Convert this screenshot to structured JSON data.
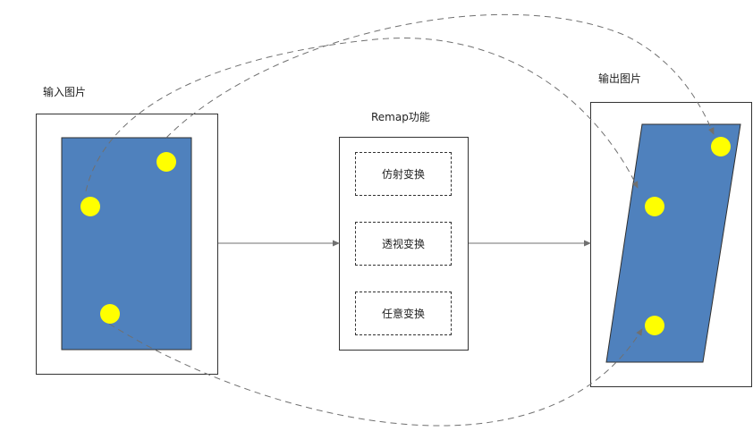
{
  "input": {
    "title": "输入图片"
  },
  "remap": {
    "title": "Remap功能",
    "items": [
      {
        "label": "仿射变换"
      },
      {
        "label": "透视变换"
      },
      {
        "label": "任意变换"
      }
    ]
  },
  "output": {
    "title": "输出图片"
  },
  "colors": {
    "image_fill": "#4f81bd",
    "point_fill": "#ffff00",
    "dashed_line": "#707070",
    "arrow": "#707070"
  }
}
